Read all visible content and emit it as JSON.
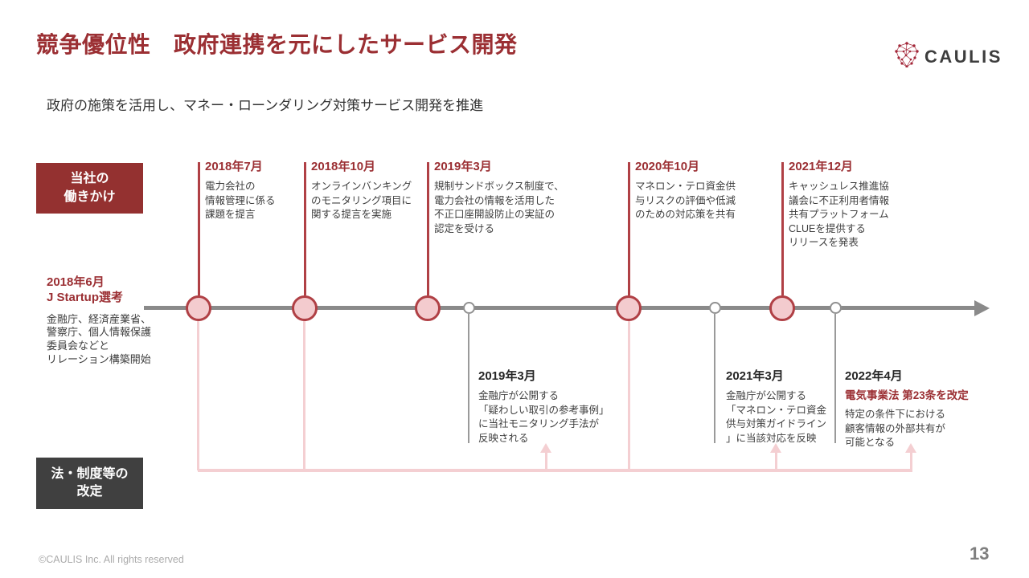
{
  "slide": {
    "title": "競争優位性　政府連携を元にしたサービス開発",
    "subtitle": "政府の施策を活用し、マネー・ローンダリング対策サービス開発を推進",
    "logo_text": "CAULIS",
    "footer": "©CAULIS Inc. All rights reserved",
    "page_number": "13"
  },
  "labels": {
    "company_actions": "当社の\n働きかけ",
    "regulations": "法・制度等の\n改定"
  },
  "timeline": {
    "origin": {
      "date": "2018年6月",
      "title": "J Startup選考",
      "description": "金融庁、経済産業省、\n警察庁、個人情報保護\n委員会などと\nリレーション構築開始"
    },
    "top_events": [
      {
        "date": "2018年7月",
        "description": "電力会社の\n情報管理に係る\n課題を提言"
      },
      {
        "date": "2018年10月",
        "description": "オンラインバンキング\nのモニタリング項目に\n関する提言を実施"
      },
      {
        "date": "2019年3月",
        "description": "規制サンドボックス制度で、\n電力会社の情報を活用した\n不正口座開設防止の実証の\n認定を受ける"
      },
      {
        "date": "2020年10月",
        "description": "マネロン・テロ資金供\n与リスクの評価や低減\nのための対応策を共有"
      },
      {
        "date": "2021年12月",
        "description": "キャッシュレス推進協\n議会に不正利用者情報\n共有プラットフォーム\nCLUEを提供する\nリリースを発表"
      }
    ],
    "bottom_events": [
      {
        "date": "2019年3月",
        "highlight": "",
        "description": "金融庁が公開する\n「疑わしい取引の参考事例」\nに当社モニタリング手法が\n反映される"
      },
      {
        "date": "2021年3月",
        "highlight": "",
        "description": "金融庁が公開する\n「マネロン・テロ資金\n供与対策ガイドライン\n」に当該対応を反映"
      },
      {
        "date": "2022年4月",
        "highlight": "電気事業法 第23条を改定",
        "description": "特定の条件下における\n顧客情報の外部共有が\n可能となる"
      }
    ]
  },
  "colors": {
    "accent_red": "#9B2F33",
    "box_red": "#943130",
    "node_fill": "#F3CBCE",
    "node_stroke": "#B04045",
    "axis_gray": "#8A8A8A",
    "harness_pink": "#F4CFD2",
    "dark_box": "#404040",
    "body_text": "#3F3F3F"
  }
}
